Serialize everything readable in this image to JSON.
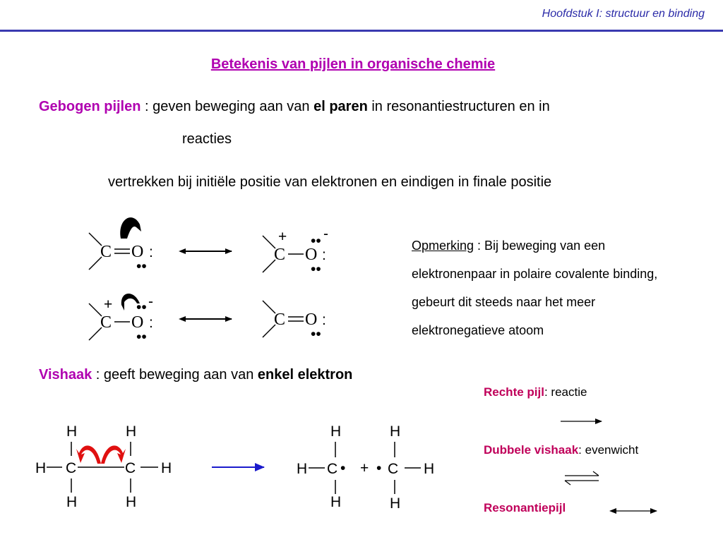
{
  "header": {
    "title": "Hoofdstuk I: structuur en binding"
  },
  "slide": {
    "title": "Betekenis van pijlen in organische chemie"
  },
  "gebogen": {
    "term": "Gebogen pijlen",
    "text_before": " : geven beweging aan van ",
    "bold": "el paren",
    "text_after": " in resonantiestructuren en in",
    "line2": "reacties",
    "line3": "vertrekken bij initiële positie van elektronen en eindigen in finale positie"
  },
  "opmerking": {
    "label": "Opmerking",
    "sep": " :  ",
    "text": "Bij beweging van een elektronenpaar in polaire covalente binding, gebeurt dit steeds naar het meer elektronegatieve atoom"
  },
  "vishaak": {
    "term": "Vishaak",
    "text_before": " :  geeft beweging aan van ",
    "bold": "enkel elektron"
  },
  "legend": {
    "rechte_term": "Rechte pijl",
    "rechte_text": ": reactie",
    "dubbele_term": "Dubbele vishaak",
    "dubbele_text": ": evenwicht",
    "resonantie_term": "Resonantiepijl"
  },
  "chem": {
    "C": "C",
    "O": "O",
    "H": "H",
    "plus": "+",
    "minus": "-",
    "dot": "•",
    "lone_pair_h": "••",
    "lone_pair_v": ":"
  },
  "colors": {
    "header": "#2b2ba8",
    "term": "#b000b0",
    "legend_term": "#c0005a",
    "fishhook": "#e01010",
    "reaction_arrow": "#1a1acc"
  }
}
